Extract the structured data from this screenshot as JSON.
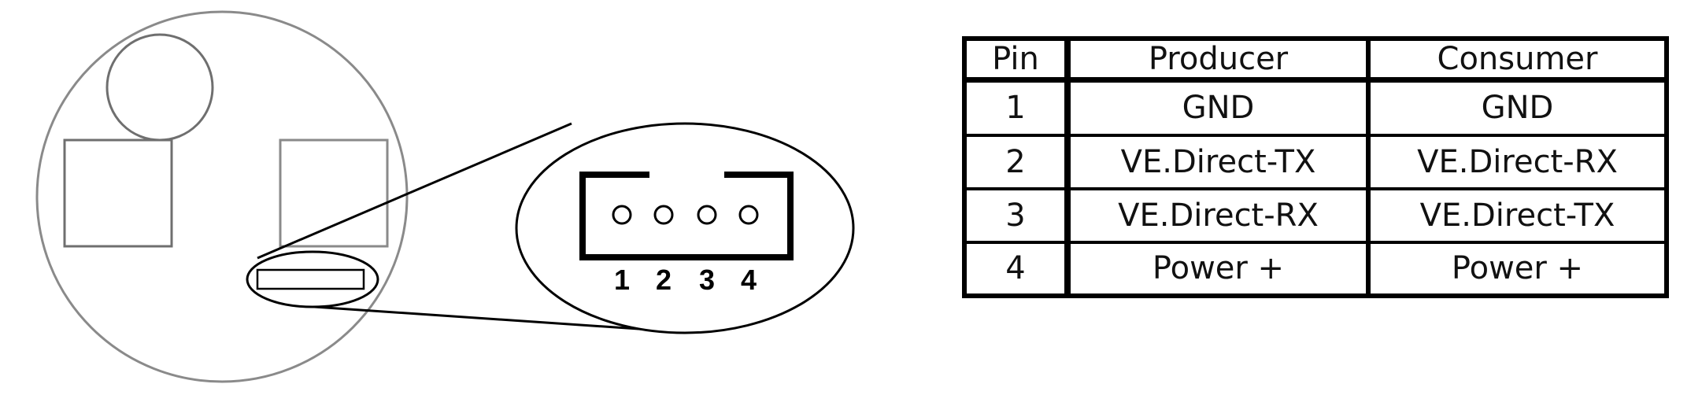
{
  "connector": {
    "pin_numbers": [
      "1",
      "2",
      "3",
      "4"
    ]
  },
  "pin_table": {
    "headers": [
      "Pin",
      "Producer",
      "Consumer"
    ],
    "rows": [
      {
        "pin": "1",
        "producer": "GND",
        "consumer": "GND"
      },
      {
        "pin": "2",
        "producer": "VE.Direct-TX",
        "consumer": "VE.Direct-RX"
      },
      {
        "pin": "3",
        "producer": "VE.Direct-RX",
        "consumer": "VE.Direct-TX"
      },
      {
        "pin": "4",
        "producer": "Power +",
        "consumer": "Power +"
      }
    ]
  },
  "colors": {
    "outline": "#000000",
    "light_outline": "#8a8a8a",
    "board_fill": "#ffffff"
  }
}
